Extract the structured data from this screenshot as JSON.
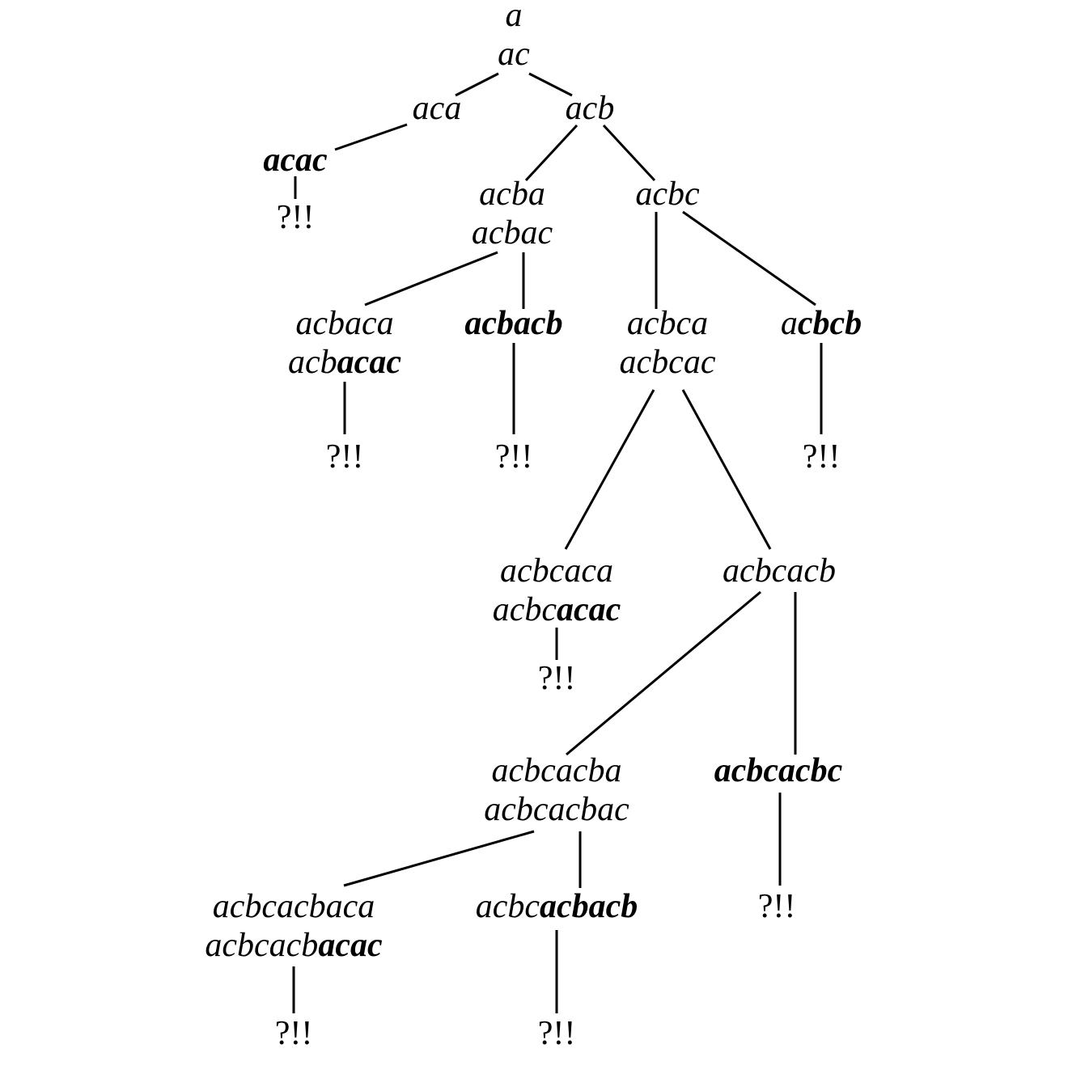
{
  "nodes": {
    "n_a": [
      [
        {
          "t": "a"
        }
      ]
    ],
    "n_ac": [
      [
        {
          "t": "ac"
        }
      ]
    ],
    "n_aca": [
      [
        {
          "t": "aca"
        }
      ]
    ],
    "n_acb": [
      [
        {
          "t": "acb"
        }
      ]
    ],
    "n_acac": [
      [
        {
          "t": "acac",
          "b": true
        }
      ]
    ],
    "n_acac_end": [
      [
        {
          "t": "?!!",
          "m": true
        }
      ]
    ],
    "n_acba": [
      [
        {
          "t": "acba"
        }
      ],
      [
        {
          "t": "acbac"
        }
      ]
    ],
    "n_acbc": [
      [
        {
          "t": "acbc"
        }
      ]
    ],
    "n_acbaca": [
      [
        {
          "t": "acbaca"
        }
      ],
      [
        {
          "t": "acb"
        },
        {
          "t": "acac",
          "b": true
        }
      ]
    ],
    "n_acbacb": [
      [
        {
          "t": "acbacb",
          "b": true
        }
      ]
    ],
    "n_acbca": [
      [
        {
          "t": "acbca"
        }
      ],
      [
        {
          "t": "acbcac"
        }
      ]
    ],
    "n_acbcb": [
      [
        {
          "t": "a"
        },
        {
          "t": "cbcb",
          "b": true
        }
      ]
    ],
    "n_acbaca_end": [
      [
        {
          "t": "?!!",
          "m": true
        }
      ]
    ],
    "n_acbacb_end": [
      [
        {
          "t": "?!!",
          "m": true
        }
      ]
    ],
    "n_acbcb_end": [
      [
        {
          "t": "?!!",
          "m": true
        }
      ]
    ],
    "n_acbcaca": [
      [
        {
          "t": "acbcaca"
        }
      ],
      [
        {
          "t": "acbc"
        },
        {
          "t": "acac",
          "b": true
        }
      ]
    ],
    "n_acbcacb": [
      [
        {
          "t": "acbcacb"
        }
      ]
    ],
    "n_acbcaca_end": [
      [
        {
          "t": "?!!",
          "m": true
        }
      ]
    ],
    "n_acbcacba": [
      [
        {
          "t": "acbcacba"
        }
      ],
      [
        {
          "t": "acbcacbac"
        }
      ]
    ],
    "n_acbcacbc": [
      [
        {
          "t": "acbcacbc",
          "b": true
        }
      ]
    ],
    "n_acbcacbc_end": [
      [
        {
          "t": "?!!",
          "m": true
        }
      ]
    ],
    "n_acbcacbaca": [
      [
        {
          "t": "acbcacbaca"
        }
      ],
      [
        {
          "t": "acbcacb"
        },
        {
          "t": "acac",
          "b": true
        }
      ]
    ],
    "n_acbcacbacb": [
      [
        {
          "t": "acbc"
        },
        {
          "t": "acbacb",
          "b": true
        }
      ]
    ],
    "n_acbcacbaca_end": [
      [
        {
          "t": "?!!",
          "m": true
        }
      ]
    ],
    "n_acbcacbacb_end": [
      [
        {
          "t": "?!!",
          "m": true
        }
      ]
    ]
  }
}
